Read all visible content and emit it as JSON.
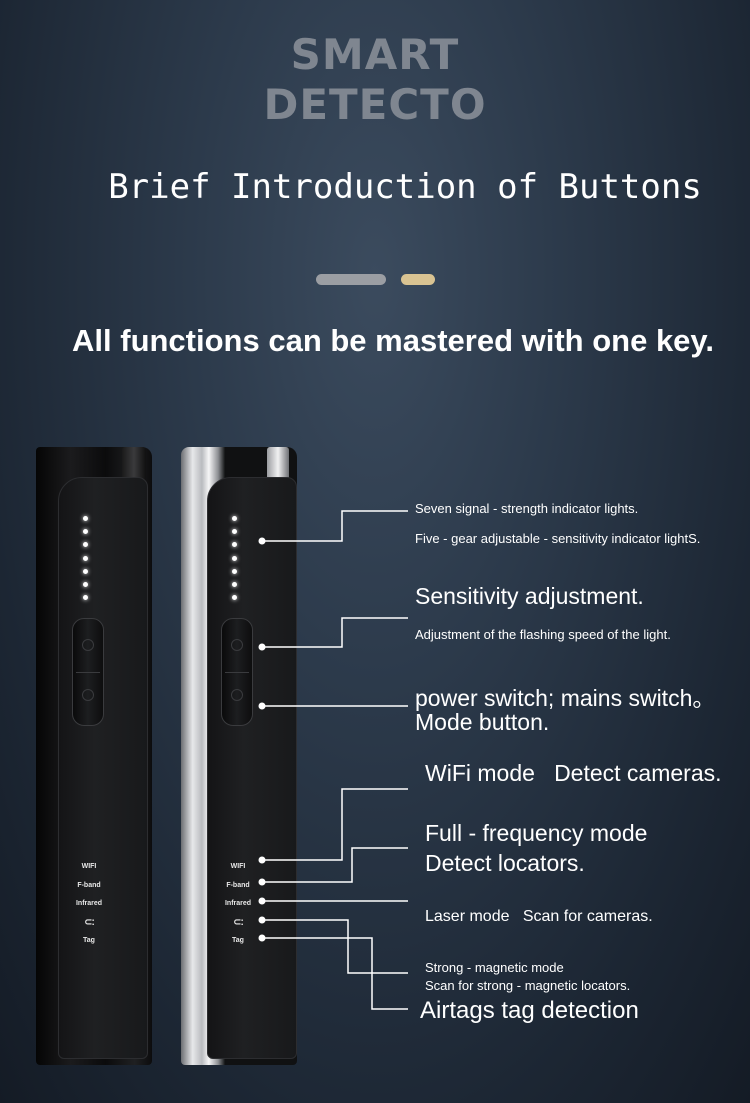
{
  "header": {
    "brand_line1": "SMART",
    "brand_line2": "DETECTO",
    "subtitle": "Brief Introduction of Buttons",
    "tagline": "All functions can be mastered with one key."
  },
  "colors": {
    "background": "#243140",
    "brand_grey": "#7f8690",
    "accent_grey": "#9b9ea3",
    "accent_gold": "#d9c392"
  },
  "device": {
    "labels": {
      "wifi": "WIFI",
      "fband": "F-band",
      "infrared": "Infrared",
      "magnet_symbol": "⊂:",
      "tag": "Tag"
    },
    "led_count": 7
  },
  "callouts": {
    "signal_lights": "Seven signal - strength indicator lights.",
    "sensitivity_lights": "Five - gear adjustable - sensitivity indicator lightS.",
    "sensitivity_title": "Sensitivity adjustment.",
    "sensitivity_desc": "Adjustment of the flashing speed of the light.",
    "power_line1": "power switch; mains switch。",
    "power_line2": "Mode button.",
    "wifi_mode": "WiFi mode   Detect cameras.",
    "full_freq_line1": "Full - frequency mode",
    "full_freq_line2": "Detect locators.",
    "laser_mode": "Laser mode   Scan for cameras.",
    "magnetic_line1": "Strong - magnetic mode",
    "magnetic_line2": "Scan for strong - magnetic locators.",
    "airtags": "Airtags tag detection"
  }
}
